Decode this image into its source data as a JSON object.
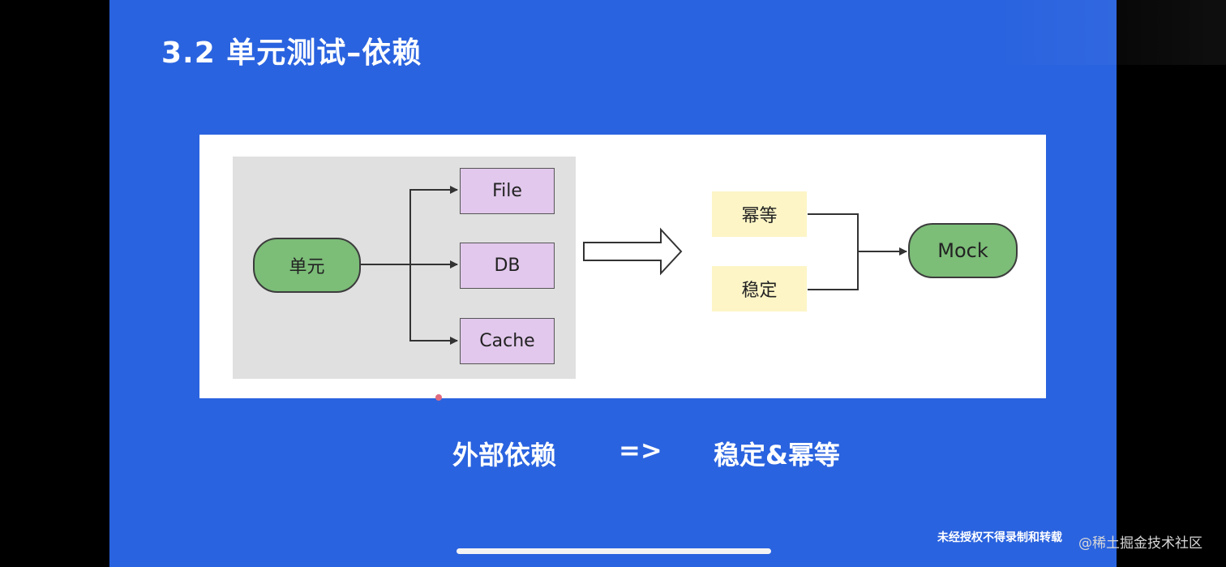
{
  "slide": {
    "title": "3.2 单元测试–依赖",
    "caption_left": "外部依赖",
    "caption_arrow": "=>",
    "caption_right": "稳定&幂等",
    "watermark": "未经授权不得录制和转载"
  },
  "diagram": {
    "left": {
      "unit_label": "单元",
      "dependencies": [
        "File",
        "DB",
        "Cache"
      ]
    },
    "right": {
      "properties": [
        "幂等",
        "稳定"
      ],
      "result_label": "Mock"
    }
  },
  "overlay": {
    "brand": "@稀土掘金技术社区"
  },
  "colors": {
    "slide_bg": "#2a63df",
    "unit_fill": "#7cbd78",
    "dependency_fill": "#e2c8ec",
    "property_fill": "#fdf5c6",
    "panel_gray": "#e0e0e0"
  }
}
